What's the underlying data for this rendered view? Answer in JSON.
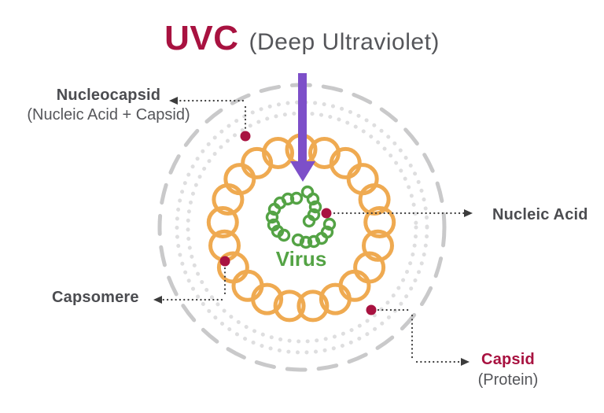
{
  "title": {
    "main": "UVC",
    "sub": "(Deep Ultraviolet)"
  },
  "center_label": "Virus",
  "callouts": {
    "nucleocapsid": {
      "label": "Nucleocapsid",
      "sublabel": "(Nucleic Acid + Capsid)"
    },
    "nucleic_acid": {
      "label": "Nucleic Acid"
    },
    "capsomere": {
      "label": "Capsomere"
    },
    "capsid": {
      "label": "Capsid",
      "sublabel": "(Protein)"
    }
  },
  "diagram": {
    "capsomere_count": 21,
    "nucleic_acid_bead_count": 19
  },
  "colors": {
    "crimson": "#a81240",
    "purple": "#7d4fc9",
    "orange": "#efaa51",
    "green": "#54a345",
    "dark_text": "#4b4c50",
    "gray_text": "#55565a",
    "dash_gray": "#c9c9ca",
    "dot_gray": "#dededf",
    "leader": "#3c3c3c"
  }
}
